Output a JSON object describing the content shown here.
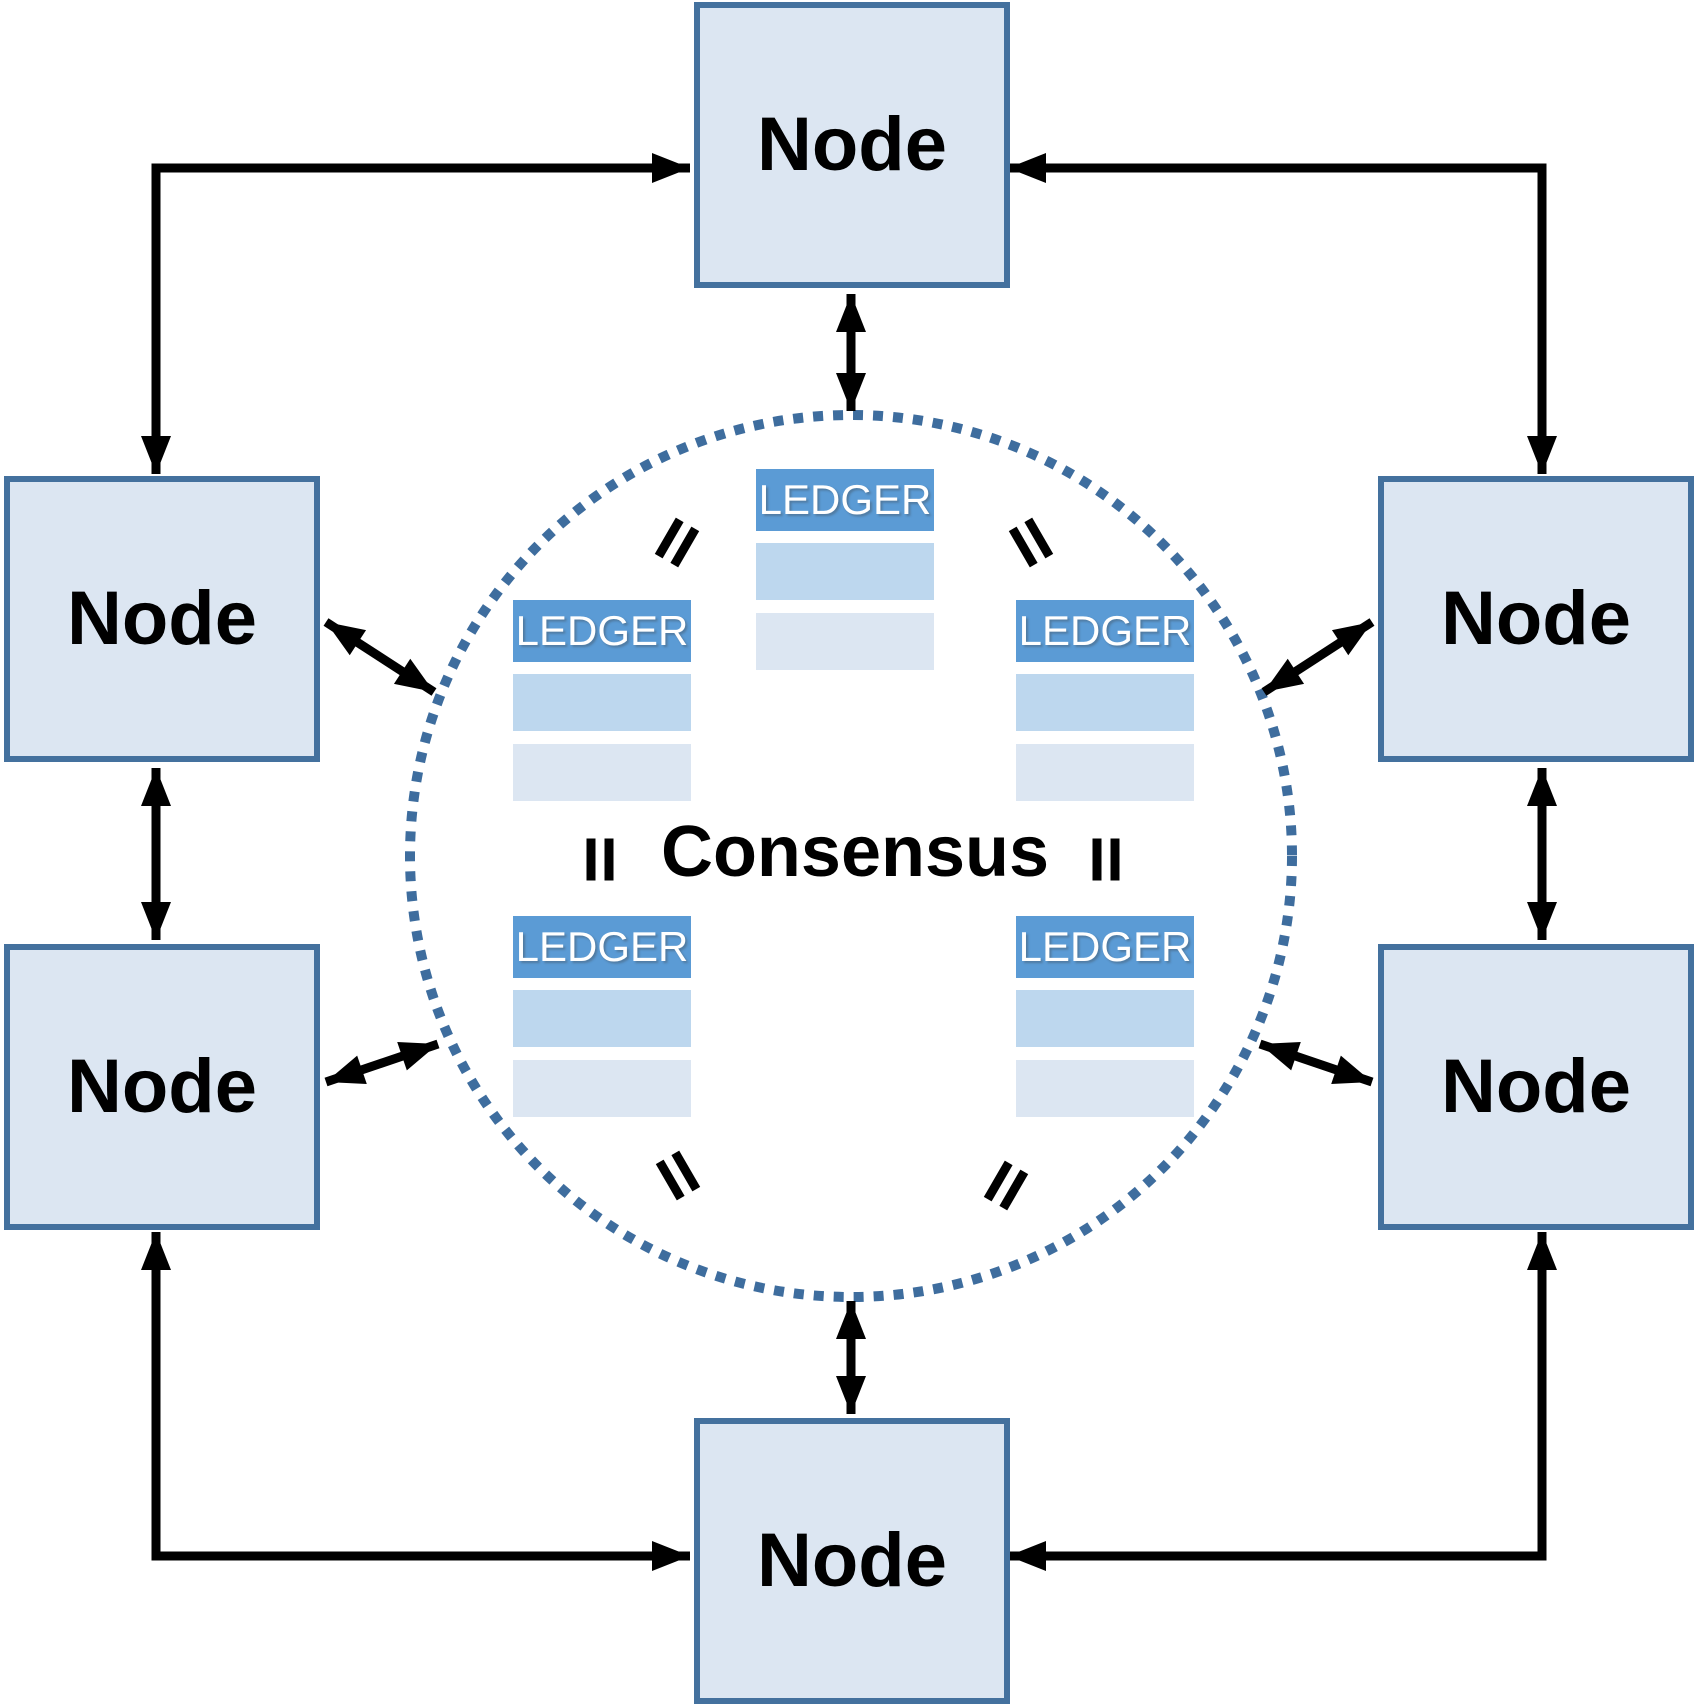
{
  "diagram": {
    "type": "peer-to-peer consensus network diagram",
    "center_label": "Consensus"
  },
  "nodes": [
    {
      "id": "node-top",
      "label": "Node"
    },
    {
      "id": "node-upper-left",
      "label": "Node"
    },
    {
      "id": "node-upper-right",
      "label": "Node"
    },
    {
      "id": "node-lower-left",
      "label": "Node"
    },
    {
      "id": "node-lower-right",
      "label": "Node"
    },
    {
      "id": "node-bottom",
      "label": "Node"
    }
  ],
  "ledgers": [
    {
      "id": "ledger-top-center",
      "label": "LEDGER"
    },
    {
      "id": "ledger-upper-left",
      "label": "LEDGER"
    },
    {
      "id": "ledger-upper-right",
      "label": "LEDGER"
    },
    {
      "id": "ledger-lower-left",
      "label": "LEDGER"
    },
    {
      "id": "ledger-lower-right",
      "label": "LEDGER"
    }
  ],
  "equals_marks": [
    {
      "position": "upper-left",
      "symbol": "="
    },
    {
      "position": "upper-right",
      "symbol": "="
    },
    {
      "position": "left",
      "symbol": "="
    },
    {
      "position": "right",
      "symbol": "="
    },
    {
      "position": "lower-left",
      "symbol": "="
    },
    {
      "position": "lower-right",
      "symbol": "="
    }
  ],
  "colors": {
    "node_fill": "#dce6f2",
    "node_border": "#44719e",
    "ledger_header_fill": "#5b9bd5",
    "ledger_text": "#ffffff",
    "ledger_row_medium": "#bdd7ee",
    "ledger_row_light": "#dce6f2",
    "ring_dots": "#3e6d9e",
    "arrow": "#000000",
    "label_text": "#000000"
  }
}
